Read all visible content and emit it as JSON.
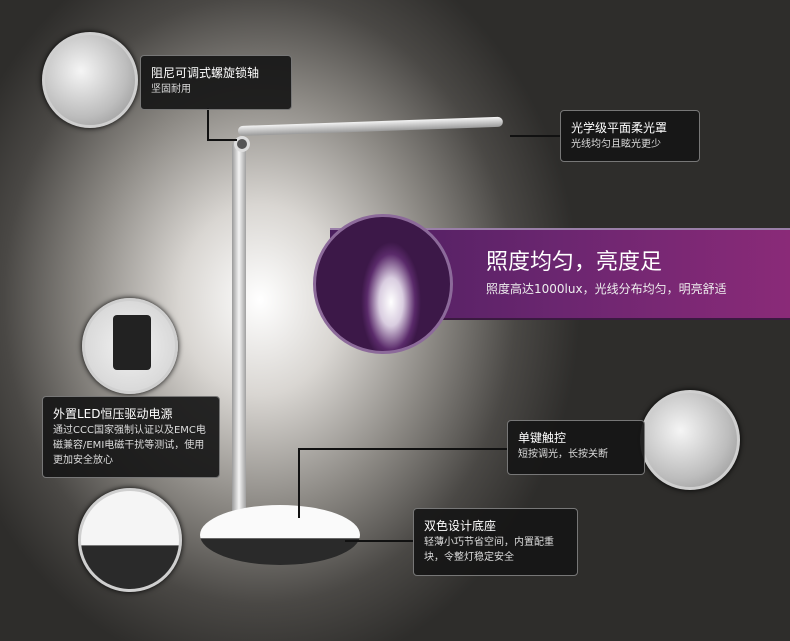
{
  "callouts": [
    {
      "title": "阻尼可调式螺旋锁轴",
      "desc": "坚固耐用"
    },
    {
      "title": "光学级平面柔光罩",
      "desc": "光线均匀且眩光更少"
    },
    {
      "title": "外置LED恒压驱动电源",
      "desc": "通过CCC国家强制认证以及EMC电磁兼容/EMI电磁干扰等测试，使用更加安全放心"
    },
    {
      "title": "单键触控",
      "desc": "短按调光，长按关断"
    },
    {
      "title": "双色设计底座",
      "desc": "轻薄小巧节省空间，内置配重块，令整灯稳定安全"
    }
  ],
  "banner": {
    "title": "照度均匀，亮度足",
    "desc": "照度高达1000lux，光线分布均匀，明亮舒适"
  }
}
